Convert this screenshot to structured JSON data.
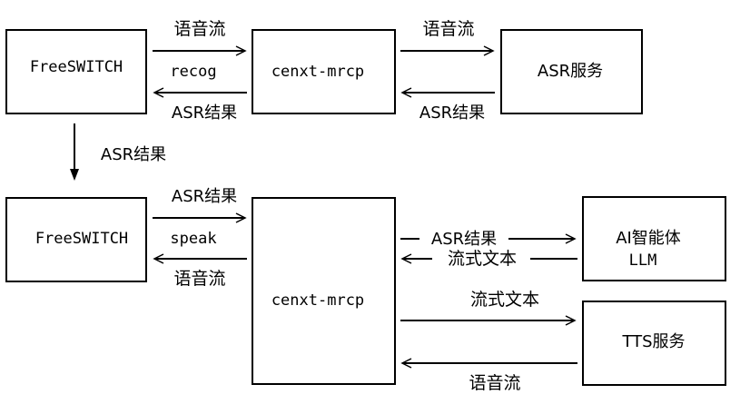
{
  "nodes": {
    "fs_top": "FreeSWITCH",
    "mrcp_top": "cenxt-mrcp",
    "asr": "ASR服务",
    "fs_bottom": "FreeSWITCH",
    "mrcp_bottom": "cenxt-mrcp",
    "agent_line1": "AI智能体",
    "agent_line2": "LLM",
    "tts": "TTS服务"
  },
  "edges": {
    "top_stream_1": "语音流",
    "top_recog": "recog",
    "top_result_1": "ASR结果",
    "top_stream_2": "语音流",
    "top_result_2": "ASR结果",
    "down_result": "ASR结果",
    "bottom_result_in": "ASR结果",
    "bottom_speak": "speak",
    "bottom_stream_out": "语音流",
    "agent_result": "ASR结果",
    "agent_text": "流式文本",
    "tts_text": "流式文本",
    "tts_stream": "语音流"
  }
}
